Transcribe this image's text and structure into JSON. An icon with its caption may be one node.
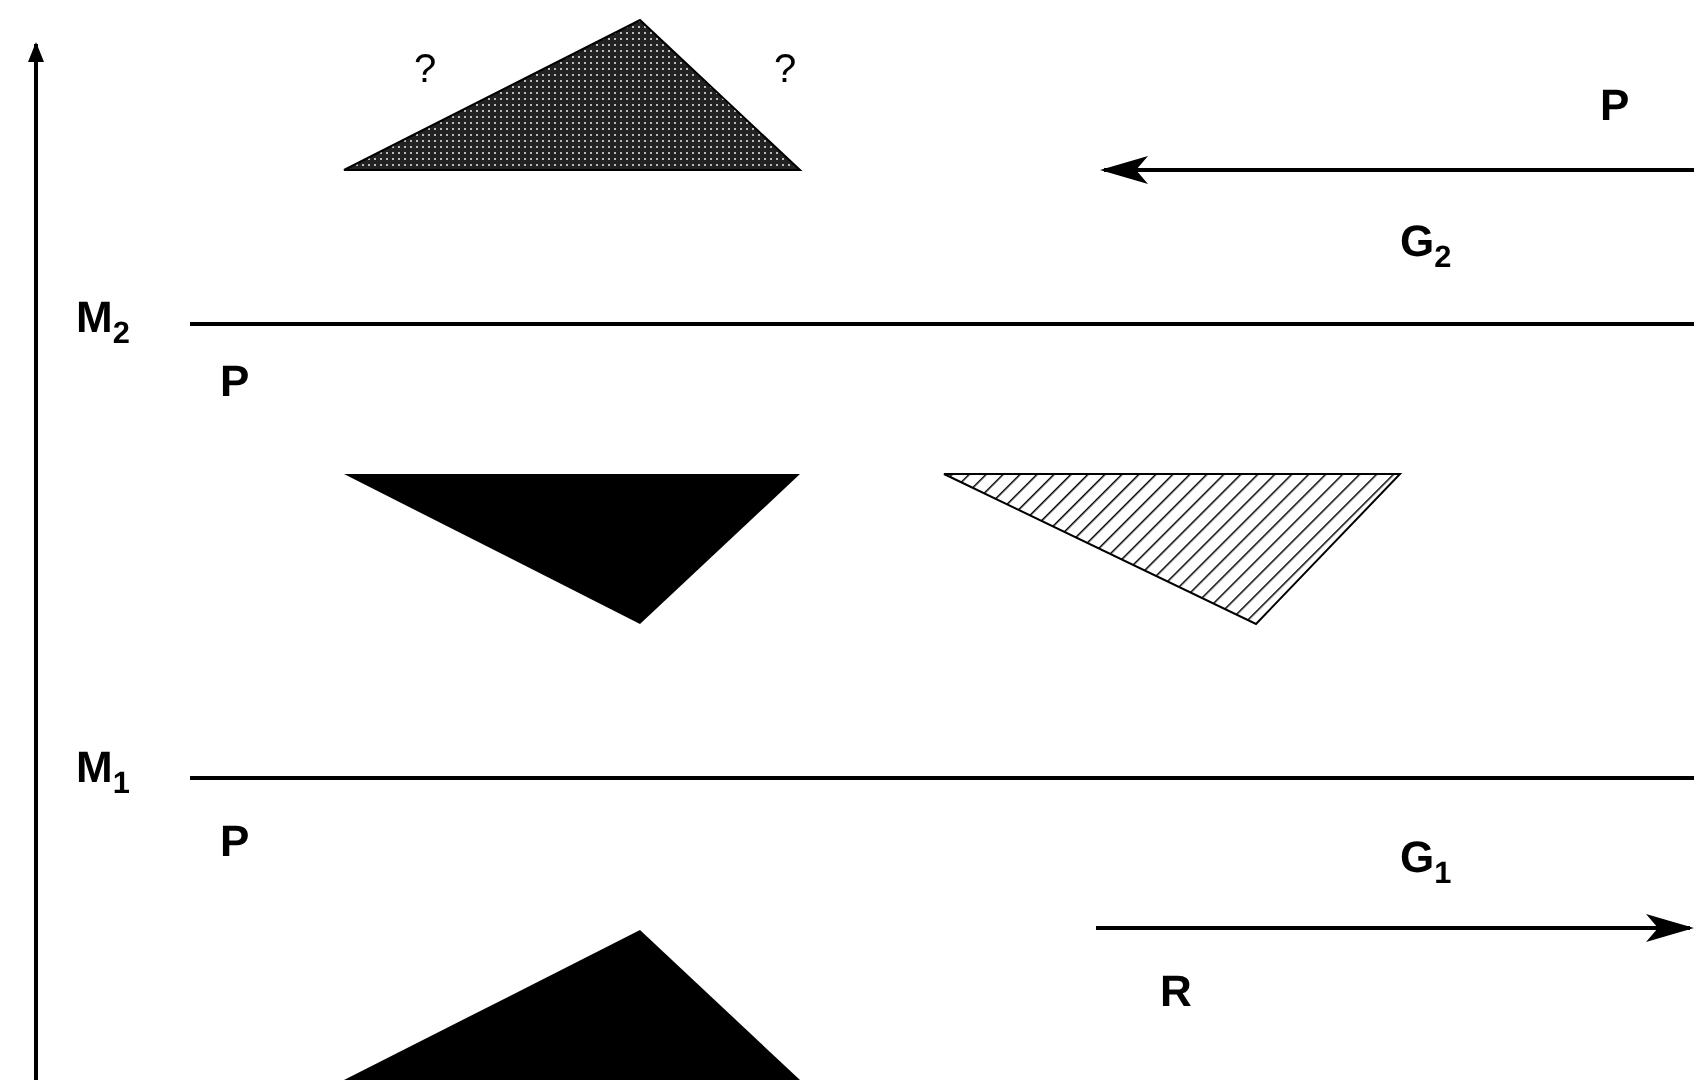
{
  "diagram": {
    "nodes": [
      {
        "text": [],
        "shape": "triangle"
      },
      {
        "text": [],
        "shape": "triangle"
      },
      {
        "text": [],
        "shape": "triangle"
      },
      {
        "text": [],
        "shape": "triangle"
      }
    ],
    "labels": [
      "?",
      "?",
      "P",
      "G$_{2}$",
      "M$_{2}$",
      "P",
      "M$_{1}$",
      "P",
      "G$_{1}$",
      "R"
    ]
  }
}
